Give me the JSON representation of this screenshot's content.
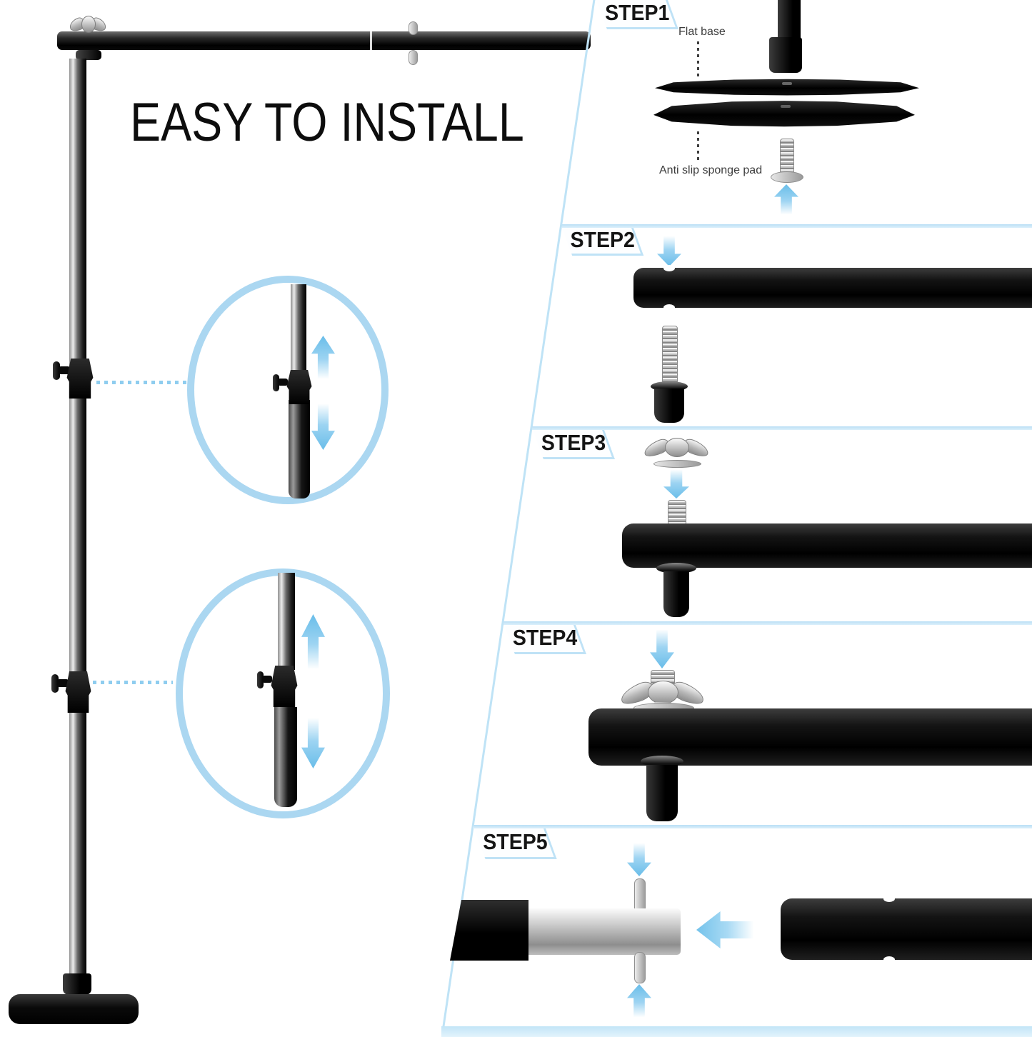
{
  "title": {
    "text": "EASY TO INSTALL"
  },
  "steps": [
    {
      "label": "STEP1"
    },
    {
      "label": "STEP2"
    },
    {
      "label": "STEP3"
    },
    {
      "label": "STEP4"
    },
    {
      "label": "STEP5"
    }
  ],
  "annotations": {
    "flat_base": "Flat base",
    "anti_slip_pad": "Anti slip sponge pad"
  },
  "icons": {
    "arrow_up": "gradient up arrow",
    "arrow_down": "gradient down arrow",
    "arrow_left": "gradient left arrow",
    "zoom_circle": "light blue magnify ring",
    "wing_nut": "silver wing nut",
    "screw": "threaded screw"
  },
  "colors": {
    "accent_blue": "#7cc6ec",
    "ring_blue": "#abd7f1",
    "separator_blue": "#c6e6f8",
    "bottom_band_blue": "#d9eefb",
    "text_dark": "#151515",
    "label_gray": "#3d3d3d",
    "hardware_black": "#000000",
    "hardware_silver": "#c9c9c9"
  }
}
